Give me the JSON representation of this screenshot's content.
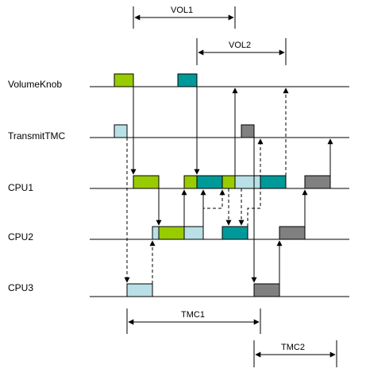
{
  "lanes": {
    "volume_knob": "VolumeKnob",
    "transmit_tmc": "TransmitTMC",
    "cpu1": "CPU1",
    "cpu2": "CPU2",
    "cpu3": "CPU3"
  },
  "intervals": {
    "vol1": "VOL1",
    "vol2": "VOL2",
    "tmc1": "TMC1",
    "tmc2": "TMC2"
  },
  "colors": {
    "green": "#99cc00",
    "teal": "#009999",
    "light_blue": "#b8e0e6",
    "gray": "#808080"
  }
}
